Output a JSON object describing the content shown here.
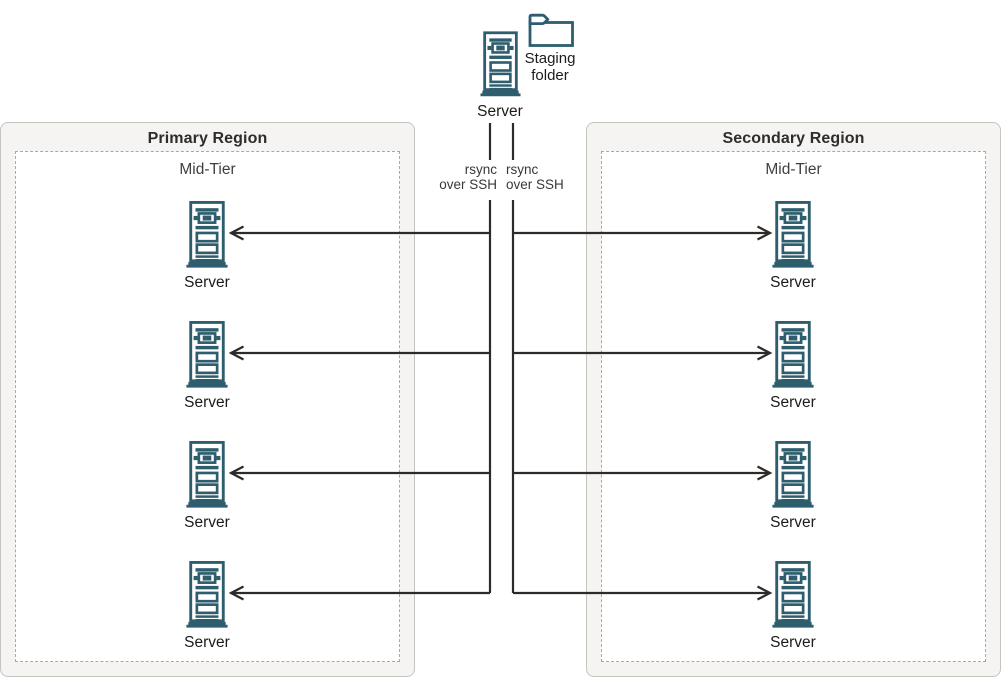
{
  "diagram": {
    "top": {
      "server_label": "Server",
      "staging_folder_label": "Staging\nfolder"
    },
    "links": {
      "left_label": "rsync\nover SSH",
      "right_label": "rsync\nover SSH"
    },
    "regions": [
      {
        "title": "Primary Region",
        "midtier_label": "Mid-Tier",
        "servers": [
          {
            "label": "Server"
          },
          {
            "label": "Server"
          },
          {
            "label": "Server"
          },
          {
            "label": "Server"
          }
        ]
      },
      {
        "title": "Secondary Region",
        "midtier_label": "Mid-Tier",
        "servers": [
          {
            "label": "Server"
          },
          {
            "label": "Server"
          },
          {
            "label": "Server"
          },
          {
            "label": "Server"
          }
        ]
      }
    ],
    "colors": {
      "icon_teal": "#2e5e6e",
      "connector_line": "#2d2a28",
      "region_background": "#f5f4f2",
      "region_border": "#c7c3bf",
      "dashed_border": "#a8a8a8"
    }
  }
}
